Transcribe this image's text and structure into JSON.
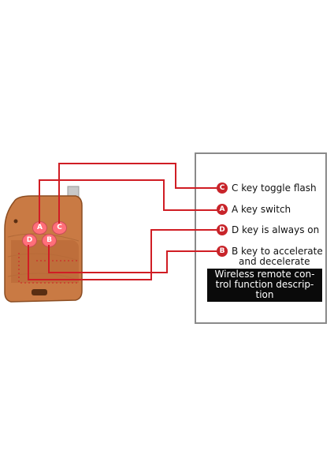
{
  "legend": {
    "items": [
      {
        "key": "C",
        "text": "C key toggle flash"
      },
      {
        "key": "A",
        "text": "A key switch"
      },
      {
        "key": "D",
        "text": "D key is always on"
      },
      {
        "key": "B",
        "text": "B key to accelerate",
        "continuation": "and decelerate"
      }
    ],
    "description_lines": [
      "Wireless remote con-",
      "trol function descrip-",
      "tion"
    ]
  },
  "remote": {
    "buttons": [
      "A",
      "C",
      "D",
      "B"
    ]
  },
  "colors": {
    "leader_line": "#d01d24",
    "badge": "#c8242a",
    "remote_body": "#c97a44",
    "button": "#ff6f7a"
  }
}
